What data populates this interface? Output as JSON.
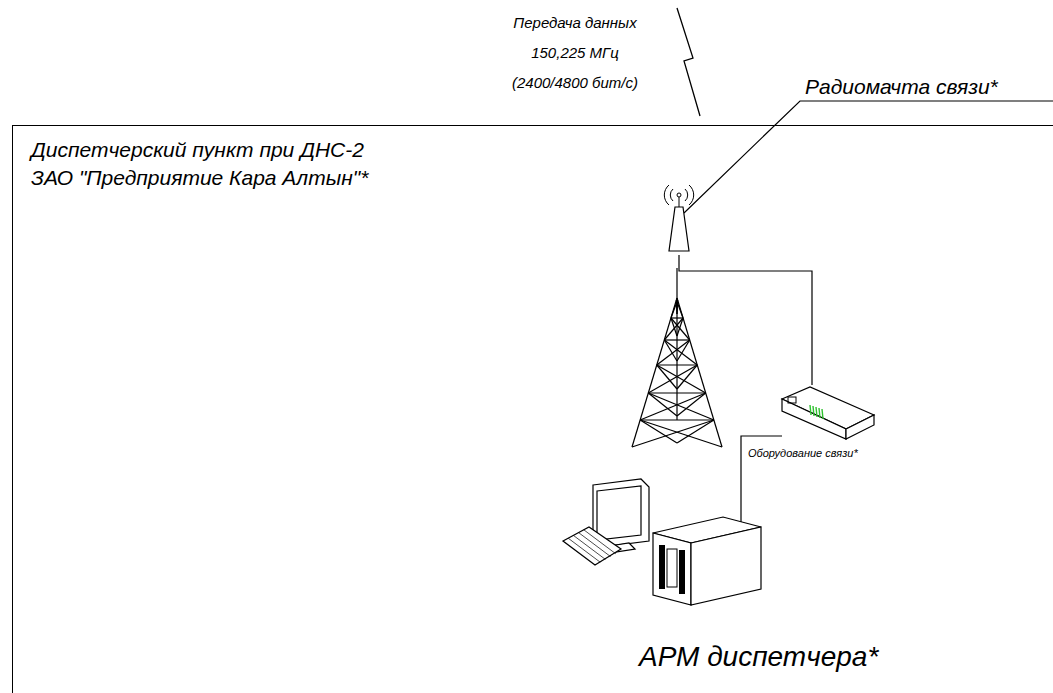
{
  "diagram": {
    "nodes": [
      {
        "text": [
          "Диспетчерский пункт при ДНС-2 ЗАО \"Предприятие Кара Алтын\"*"
        ]
      },
      {
        "text": [
          "Радиомачта связи*"
        ],
        "in": 0
      },
      {
        "text": [
          "Оборудование связи*"
        ],
        "in": 0
      },
      {
        "text": [
          "АРМ диспетчера*"
        ],
        "in": 0
      }
    ],
    "edges": [
      {
        "from": 1,
        "to": 2,
        "arrow": "none"
      },
      {
        "from": 2,
        "to": 3,
        "arrow": "none"
      }
    ],
    "labels": [
      "Передача данных",
      "150,225 МГц",
      "(2400/4800 бит/с)"
    ]
  }
}
